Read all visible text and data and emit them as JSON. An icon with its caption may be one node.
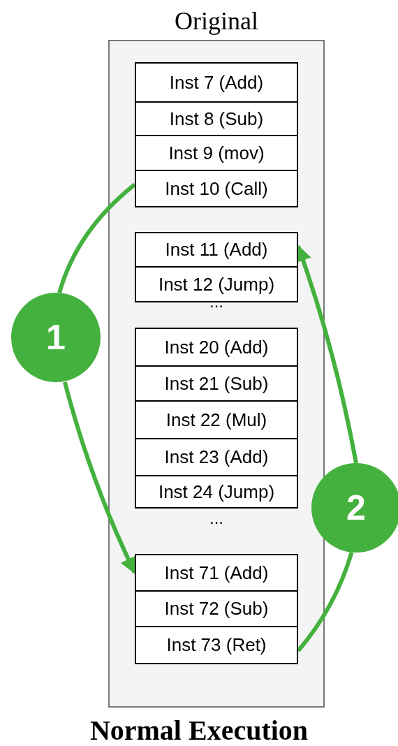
{
  "diagram": {
    "caption": "Normal Execution",
    "nodes": [
      {
        "text": [
          "Original"
        ]
      },
      {
        "text": [
          "Inst 7 (Add)"
        ],
        "in": 0
      },
      {
        "text": [
          "Inst 8 (Sub)"
        ],
        "in": 0
      },
      {
        "text": [
          "Inst 9 (mov)"
        ],
        "in": 0
      },
      {
        "text": [
          "Inst 10 (Call)"
        ],
        "in": 0
      },
      {
        "text": [
          "Inst 11 (Add)"
        ],
        "in": 0
      },
      {
        "text": [
          "Inst 12 (Jump)"
        ],
        "in": 0
      },
      {
        "text": [
          "Inst 20 (Add)"
        ],
        "in": 0
      },
      {
        "text": [
          "Inst 21 (Sub)"
        ],
        "in": 0
      },
      {
        "text": [
          "Inst 22 (Mul)"
        ],
        "in": 0
      },
      {
        "text": [
          "Inst 23 (Add)"
        ],
        "in": 0
      },
      {
        "text": [
          "Inst 24 (Jump)"
        ],
        "in": 0
      },
      {
        "text": [
          "Inst 71 (Add)"
        ],
        "in": 0
      },
      {
        "text": [
          "Inst 72 (Sub)"
        ],
        "in": 0
      },
      {
        "text": [
          "Inst 73 (Ret)"
        ],
        "in": 0
      },
      {
        "text": [
          "1"
        ]
      },
      {
        "text": [
          "2"
        ]
      }
    ],
    "edges": [
      {
        "from": 4,
        "to": 15,
        "arrow": "none"
      },
      {
        "from": 15,
        "to": 12,
        "arrow": "to"
      },
      {
        "from": 14,
        "to": 16,
        "arrow": "none"
      },
      {
        "from": 16,
        "to": 5,
        "arrow": "to"
      }
    ],
    "labels": [
      "...",
      "..."
    ]
  }
}
